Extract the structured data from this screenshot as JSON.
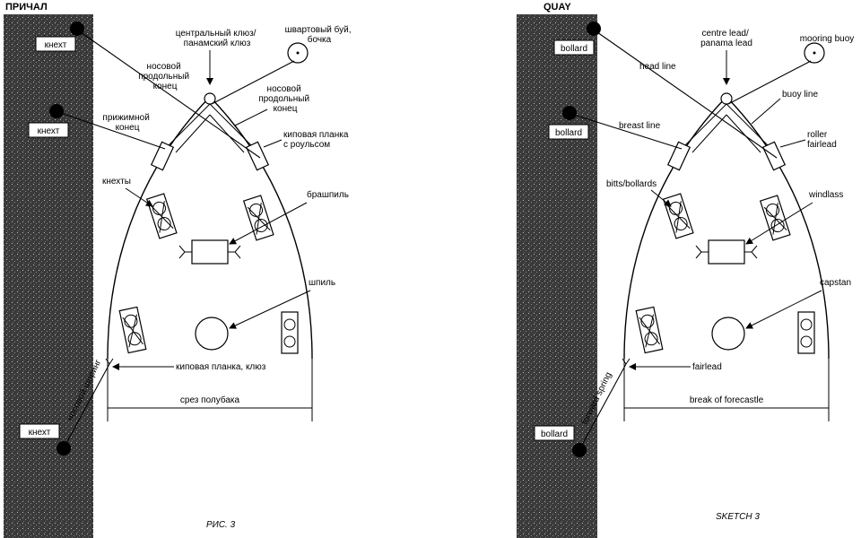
{
  "russian": {
    "quay_title": "ПРИЧАЛ",
    "caption": "РИС. 3",
    "bollard_boxes": [
      "кнехт",
      "кнехт",
      "кнехт"
    ],
    "centre_lead": [
      "центральный клюз/",
      "панамский клюз"
    ],
    "mooring_buoy": [
      "швартовый буй,",
      "бочка"
    ],
    "head_line": [
      "носовой",
      "продольный",
      "конец"
    ],
    "buoy_line": [
      "носовой",
      "продольный",
      "конец"
    ],
    "breast_line": [
      "прижимной",
      "конец"
    ],
    "roller_fairlead": [
      "киповая планка",
      "с роульсом"
    ],
    "bitts": "кнехты",
    "windlass": "брашпиль",
    "capstan": "шпиль",
    "fairlead": "киповая планка, клюз",
    "break": "срез полубака",
    "spring": "носовой шпринг"
  },
  "english": {
    "quay_title": "QUAY",
    "caption": "SKETCH 3",
    "bollard_boxes": [
      "bollard",
      "bollard",
      "bollard"
    ],
    "centre_lead": [
      "centre lead/",
      "panama lead"
    ],
    "mooring_buoy": [
      "mooring buoy"
    ],
    "head_line": [
      "head line"
    ],
    "buoy_line": [
      "buoy line"
    ],
    "breast_line": [
      "breast line"
    ],
    "roller_fairlead": [
      "roller",
      "fairlead"
    ],
    "bitts": "bitts/bollards",
    "windlass": "windlass",
    "capstan": "capstan",
    "fairlead": "fairlead",
    "break": "break of forecastle",
    "spring": "forward spring"
  }
}
